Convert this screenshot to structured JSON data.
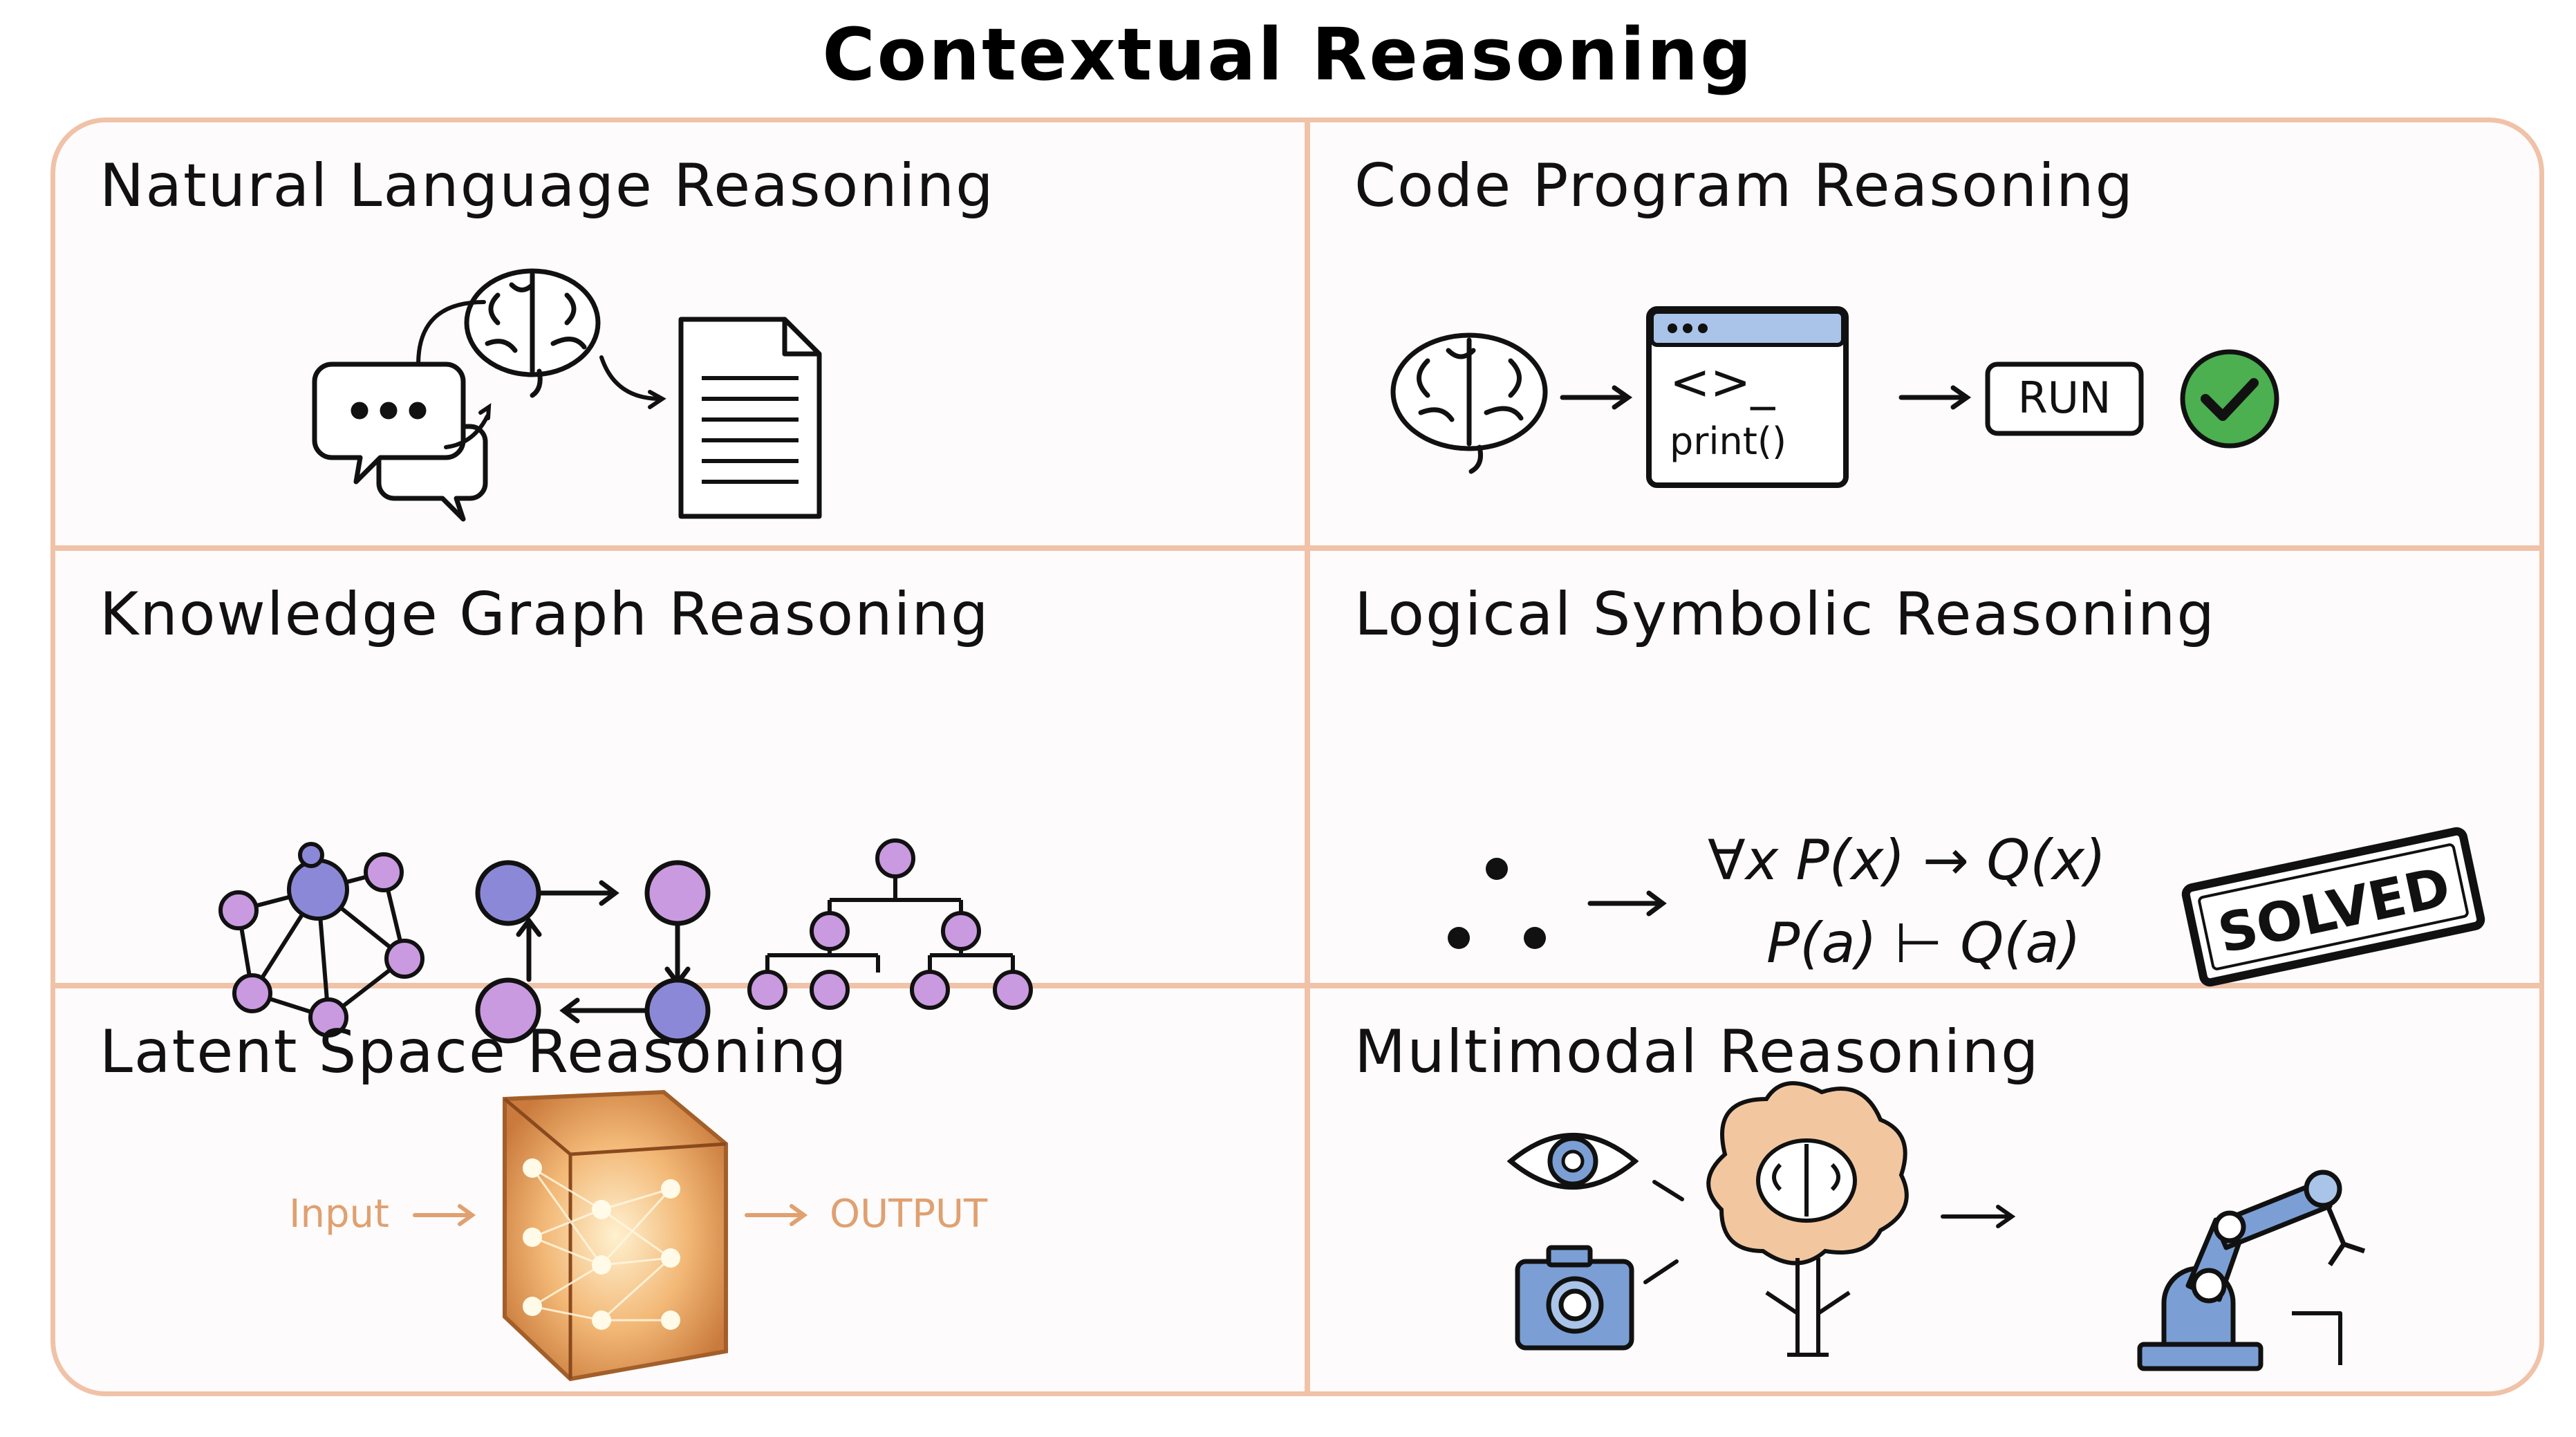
{
  "title": "Contextual Reasoning",
  "colors": {
    "frame_border": "#f0c2a8",
    "node_blue": "#8c88d8",
    "node_violet": "#c99ae0",
    "latent_orange": "#e0a070",
    "check_green": "#4caf50",
    "tool_blue": "#7b9fd4"
  },
  "panels": [
    {
      "id": "natural-language",
      "title": "Natural Language Reasoning",
      "icons": [
        "chat-bubbles-icon",
        "brain-icon",
        "document-icon"
      ]
    },
    {
      "id": "code-program",
      "title": "Code Program Reasoning",
      "code_line1": "<>_",
      "code_line2": "print()",
      "run_label": "RUN",
      "icons": [
        "brain-icon",
        "code-window-icon",
        "checkmark-icon"
      ]
    },
    {
      "id": "knowledge-graph",
      "title": "Knowledge Graph Reasoning",
      "icons": [
        "graph-network-icon",
        "cycle-graph-icon",
        "tree-graph-icon"
      ]
    },
    {
      "id": "logical-symbolic",
      "title": "Logical Symbolic Reasoning",
      "formula1": "∀x P(x) → Q(x)",
      "formula2": "P(a) ⊢ Q(a)",
      "stamp": "SOLVED",
      "icons": [
        "therefore-dots-icon"
      ]
    },
    {
      "id": "latent-space",
      "title": "Latent Space Reasoning",
      "input_label": "Input",
      "output_label": "OUTPUT",
      "icons": [
        "glowing-cube-icon"
      ]
    },
    {
      "id": "multimodal",
      "title": "Multimodal Reasoning",
      "icons": [
        "eye-icon",
        "camera-icon",
        "brain-tree-icon",
        "robot-arm-icon"
      ]
    }
  ]
}
